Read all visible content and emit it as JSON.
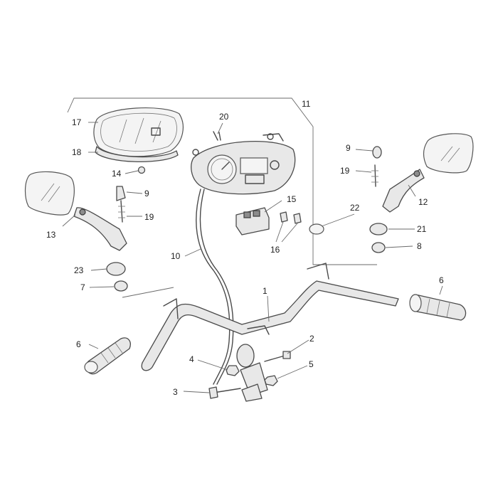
{
  "callouts": {
    "c1": "1",
    "c2": "2",
    "c3": "3",
    "c4": "4",
    "c5": "5",
    "c6a": "6",
    "c6b": "6",
    "c7": "7",
    "c8": "8",
    "c9a": "9",
    "c9b": "9",
    "c10": "10",
    "c11": "11",
    "c12": "12",
    "c13": "13",
    "c14": "14",
    "c15": "15",
    "c16": "16",
    "c17": "17",
    "c18": "18",
    "c19a": "19",
    "c19b": "19",
    "c20": "20",
    "c21": "21",
    "c22": "22",
    "c23": "23"
  }
}
